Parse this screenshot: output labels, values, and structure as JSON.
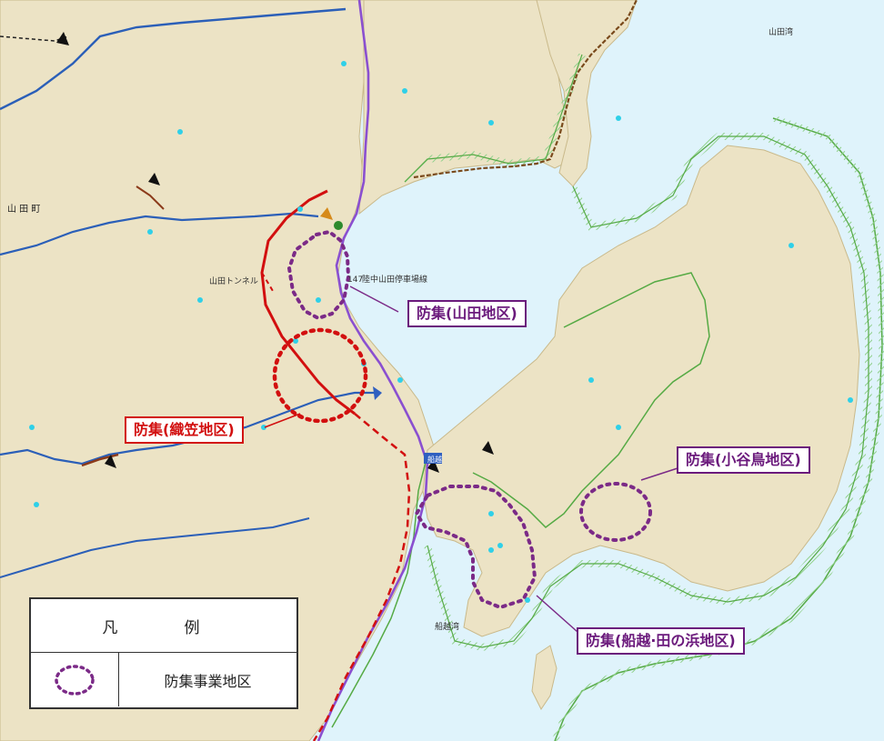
{
  "callouts": {
    "oricasa": "防集(織笠地区)",
    "yamada": "防集(山田地区)",
    "koyadori": "防集(小谷鳥地区)",
    "funakoshi": "防集(船越·田の浜地区)"
  },
  "legend": {
    "title": "凡　例",
    "item_label": "防集事業地区"
  },
  "map_labels": {
    "town": "山 田 町",
    "route_label": "陸中山田停車場線",
    "tunnel": "山田トンネル",
    "funakoshi_bay": "船越湾",
    "yamada_bay": "山田湾",
    "route_no": "147",
    "station_sign": "船越"
  },
  "colors": {
    "sea": "#dff3fb",
    "land": "#ece3c5",
    "railway": "#d20f0f",
    "route": "#8a4fd0",
    "river": "#2b5fb8",
    "boundary": "#55aa44",
    "yamada_circle": "#7b2a87"
  }
}
